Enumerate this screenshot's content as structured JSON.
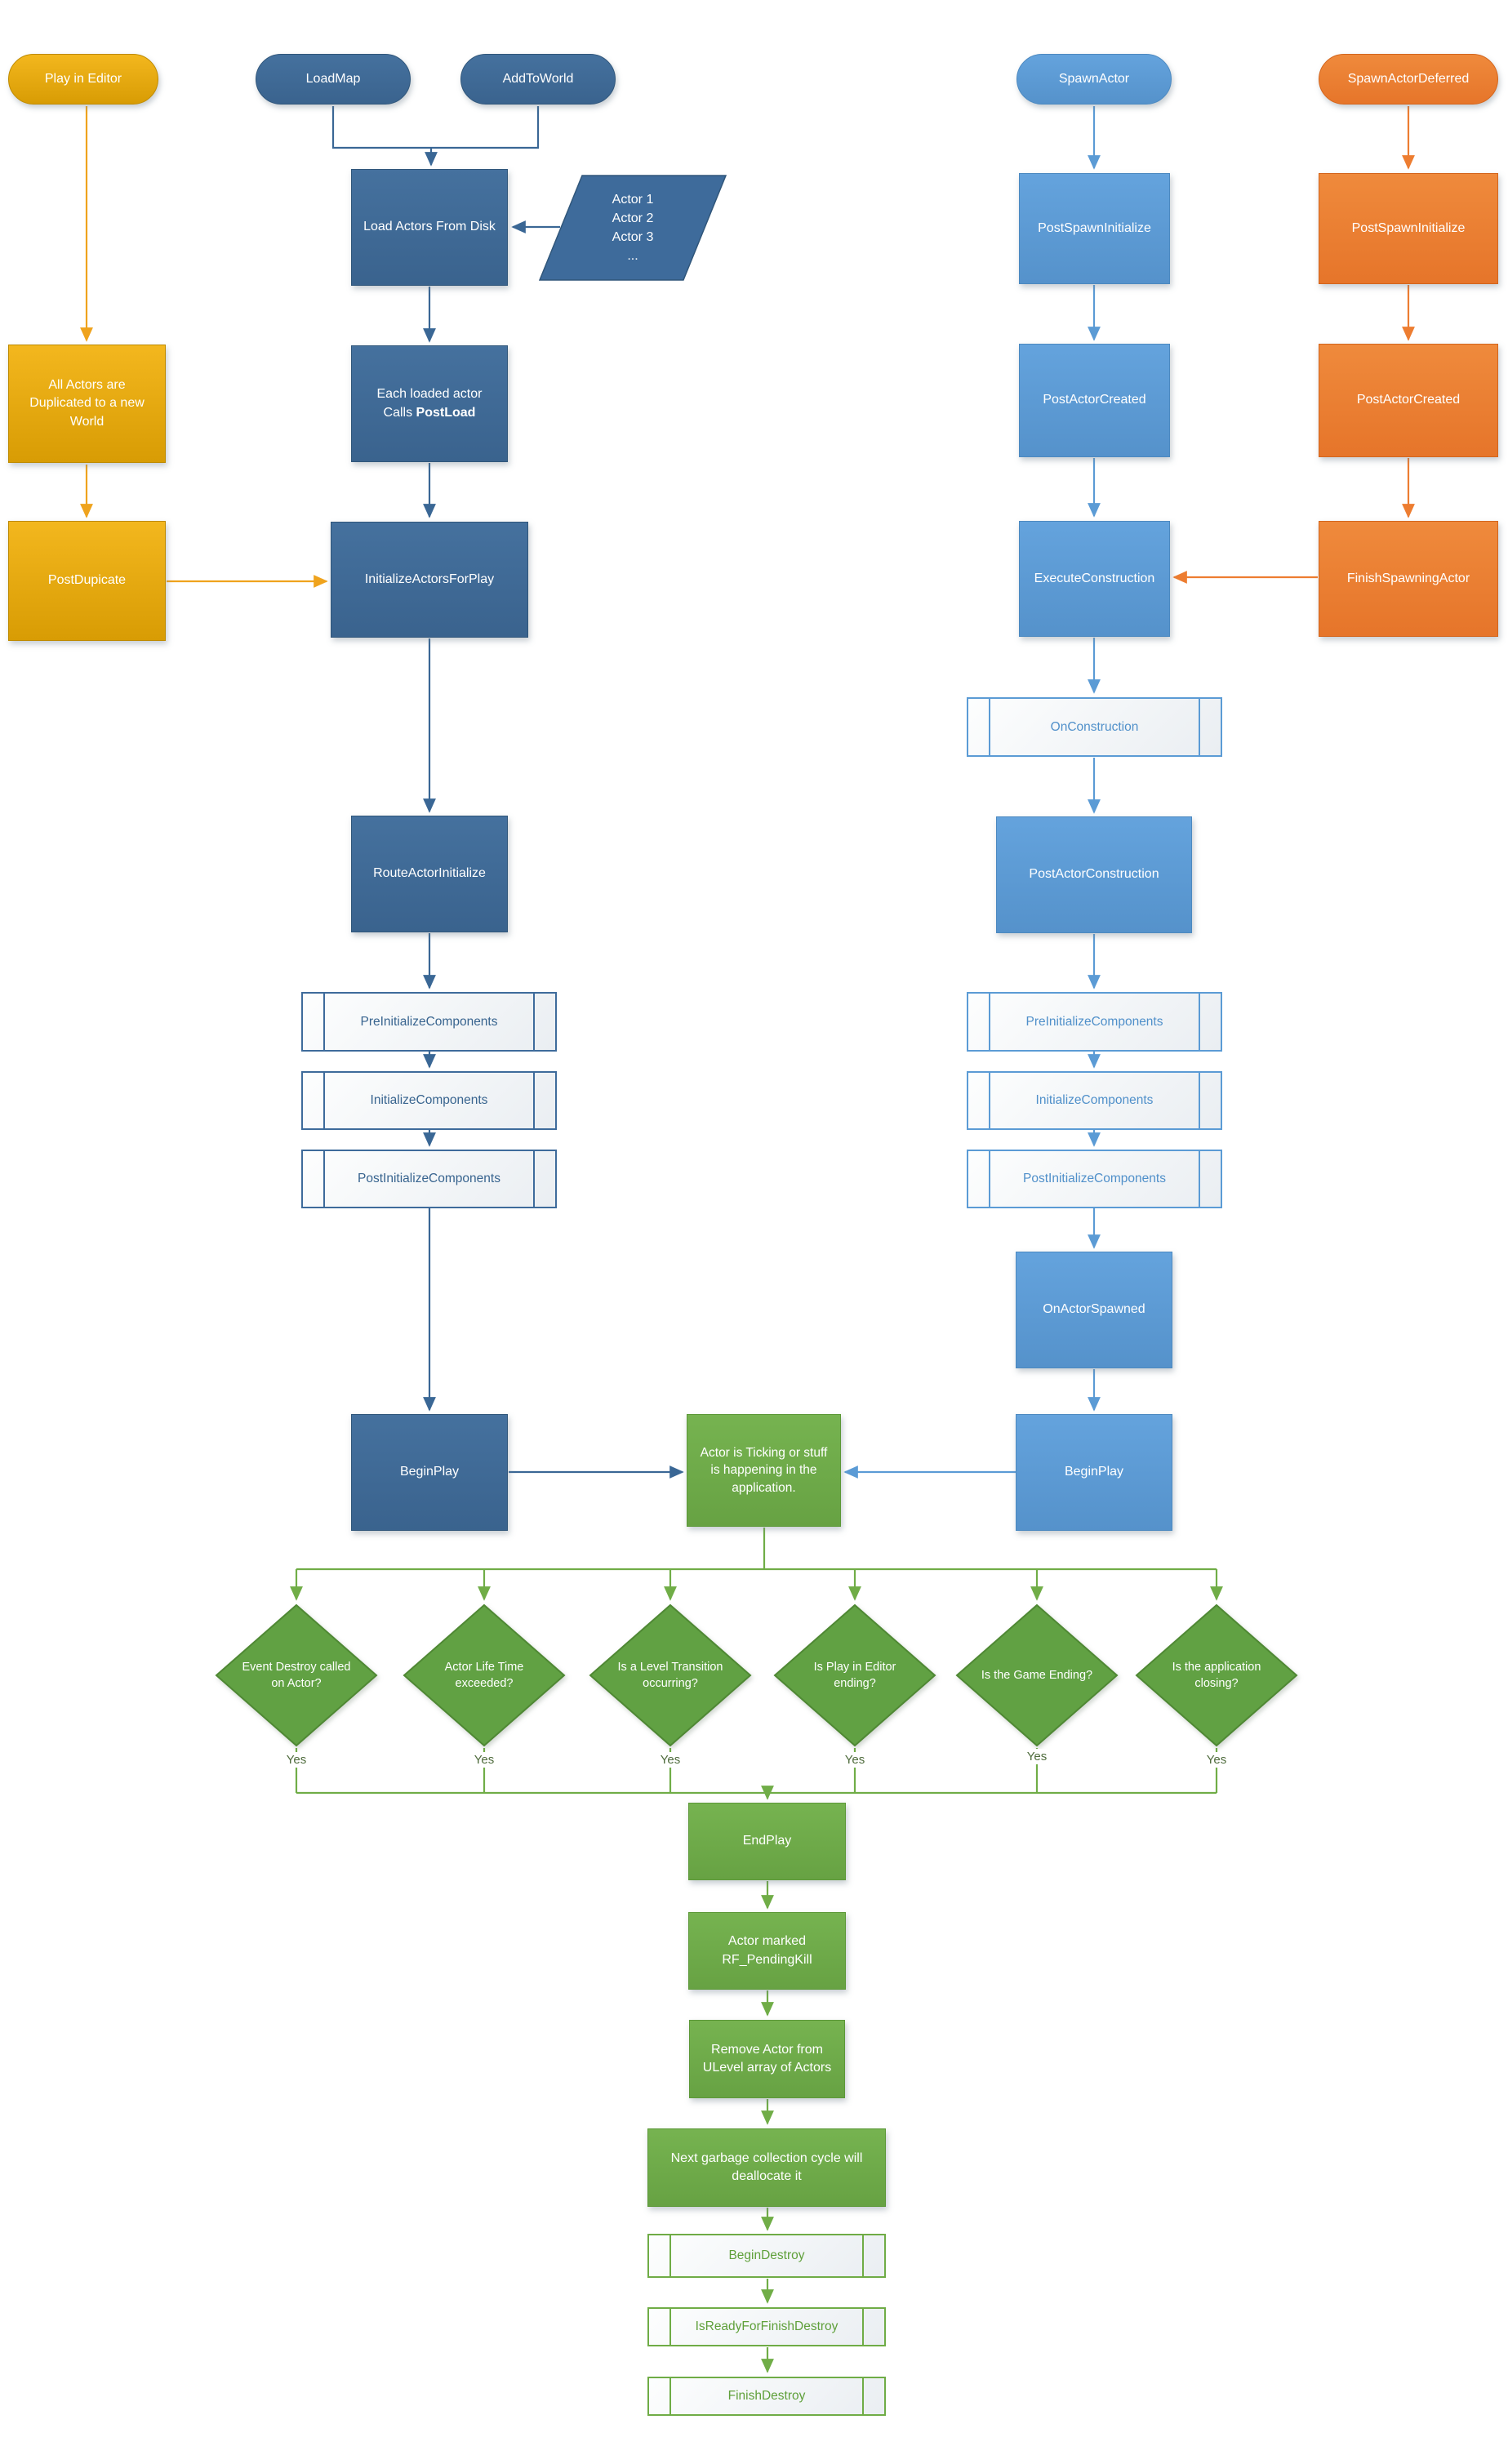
{
  "colors": {
    "gold": "#E9A91E",
    "dark_blue": "#3E6B9B",
    "medium_blue": "#5B9BD5",
    "orange": "#ED7D31",
    "green": "#6AA84F"
  },
  "terminators": {
    "play_in_editor": "Play in Editor",
    "load_map": "LoadMap",
    "add_to_world": "AddToWorld",
    "spawn_actor": "SpawnActor",
    "spawn_actor_deferred": "SpawnActorDeferred"
  },
  "gold_column": {
    "all_actors_duplicated": "All Actors are Duplicated to a new World",
    "post_dupicate": "PostDupicate"
  },
  "left_column": {
    "load_actors_from_disk": "Load Actors From Disk",
    "actor_list": "Actor 1\nActor 2\nActor 3\n...",
    "each_loaded_actor_line1": "Each loaded actor",
    "each_loaded_actor_line2_prefix": "Calls ",
    "each_loaded_actor_line2_bold": "PostLoad",
    "initialize_actors_for_play": "InitializeActorsForPlay",
    "route_actor_initialize": "RouteActorInitialize",
    "pre_initialize_components": "PreInitializeComponents",
    "initialize_components": "InitializeComponents",
    "post_initialize_components": "PostInitializeComponents",
    "begin_play": "BeginPlay"
  },
  "right_column": {
    "post_spawn_initialize": "PostSpawnInitialize",
    "post_actor_created": "PostActorCreated",
    "execute_construction": "ExecuteConstruction",
    "on_construction": "OnConstruction",
    "post_actor_construction": "PostActorConstruction",
    "pre_initialize_components": "PreInitializeComponents",
    "initialize_components": "InitializeComponents",
    "post_initialize_components": "PostInitializeComponents",
    "on_actor_spawned": "OnActorSpawned",
    "begin_play": "BeginPlay"
  },
  "orange_column": {
    "post_spawn_initialize": "PostSpawnInitialize",
    "post_actor_created": "PostActorCreated",
    "finish_spawning_actor": "FinishSpawningActor"
  },
  "ticking": {
    "label": "Actor is Ticking or stuff is happening in the application."
  },
  "decisions": [
    {
      "label": "Event Destroy called on Actor?",
      "branch": "Yes"
    },
    {
      "label": "Actor Life Time exceeded?",
      "branch": "Yes"
    },
    {
      "label": "Is a Level Transition occurring?",
      "branch": "Yes"
    },
    {
      "label": "Is Play in Editor ending?",
      "branch": "Yes"
    },
    {
      "label": "Is the Game Ending?",
      "branch": "Yes"
    },
    {
      "label": "Is the application closing?",
      "branch": "Yes"
    }
  ],
  "destroy_column": {
    "end_play": "EndPlay",
    "actor_marked": "Actor marked RF_PendingKill",
    "remove_actor": "Remove Actor from ULevel array of Actors",
    "next_gc": "Next garbage collection cycle will deallocate it",
    "begin_destroy": "BeginDestroy",
    "is_ready_for_finish_destroy": "IsReadyForFinishDestroy",
    "finish_destroy": "FinishDestroy"
  }
}
